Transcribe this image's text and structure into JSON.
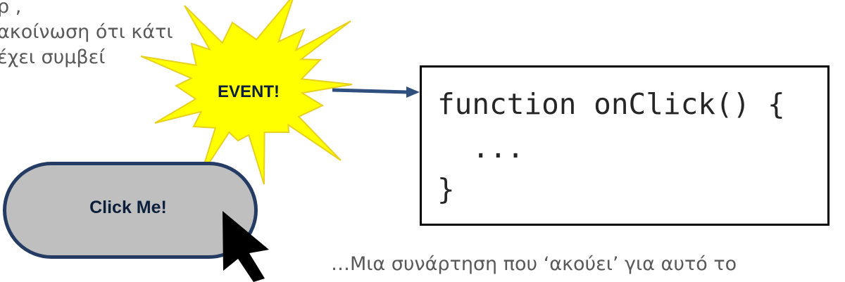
{
  "caption_top": {
    "lines": [
      "ρ         ,",
      "ακοίνωση ότι κάτι",
      "έχει συμβεί"
    ]
  },
  "event_burst": {
    "label": "EVENT!",
    "fill_color": "#ffff00",
    "stroke_color": "#e8d020"
  },
  "button": {
    "label": "Click Me!",
    "fill_color": "#bfbfbf",
    "border_color": "#243b63"
  },
  "arrow": {
    "color": "#2f4f7f"
  },
  "code": {
    "lines": [
      "function onClick() {",
      "  ...",
      "}"
    ]
  },
  "caption_bottom": "…Μια συνάρτηση που ‘ακούει’ για αυτό το",
  "icons": {
    "cursor": "mouse-pointer-icon"
  }
}
